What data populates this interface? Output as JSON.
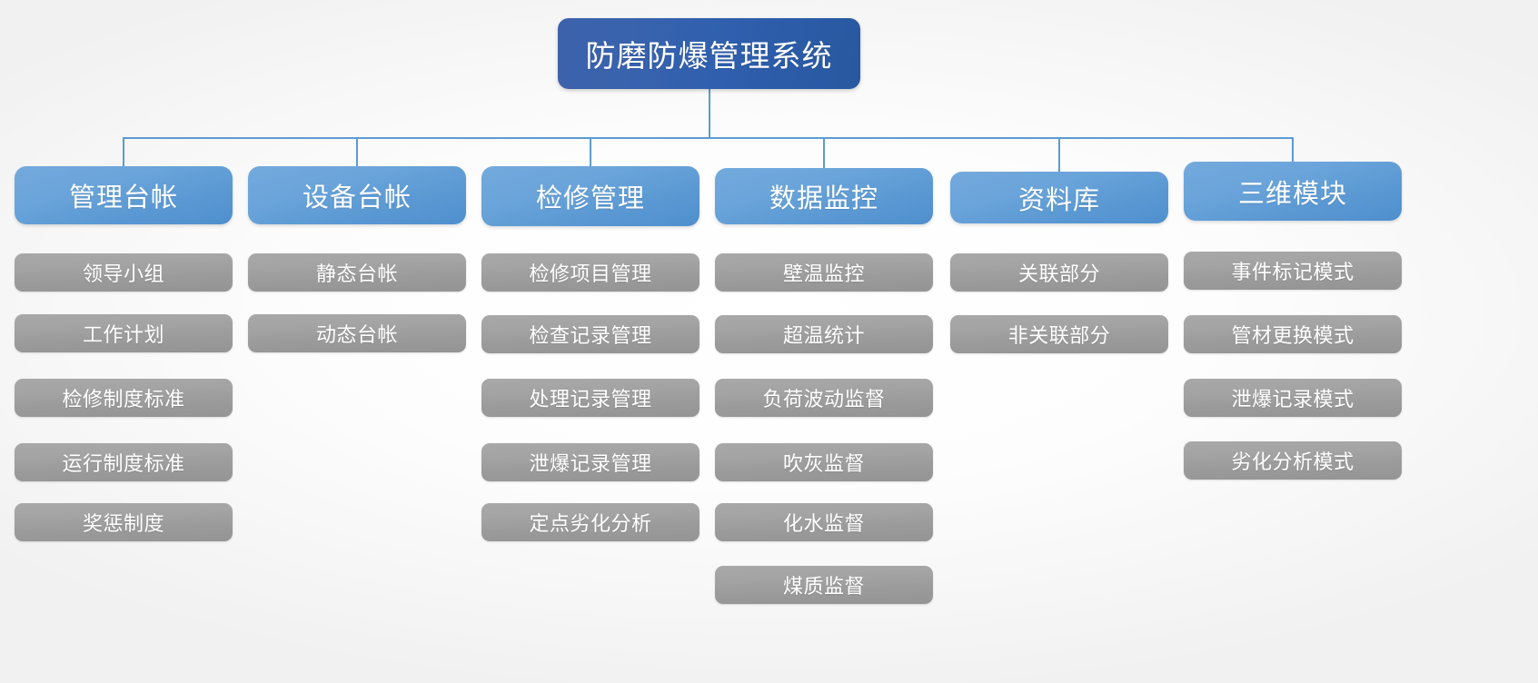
{
  "diagram": {
    "type": "organization-hierarchy-tree",
    "root": {
      "label": "防磨防爆管理系统",
      "color": "#2f5fae"
    },
    "connector_color": "#5b9bd5",
    "level2_color": "#5b9bd5",
    "leaf_color": "#9b9b9b",
    "columns": [
      {
        "label": "管理台帐",
        "children": [
          "领导小组",
          "工作计划",
          "检修制度标准",
          "运行制度标准",
          "奖惩制度"
        ]
      },
      {
        "label": "设备台帐",
        "children": [
          "静态台帐",
          "动态台帐"
        ]
      },
      {
        "label": "检修管理",
        "children": [
          "检修项目管理",
          "检查记录管理",
          "处理记录管理",
          "泄爆记录管理",
          "定点劣化分析"
        ]
      },
      {
        "label": "数据监控",
        "children": [
          "壁温监控",
          "超温统计",
          "负荷波动监督",
          "吹灰监督",
          "化水监督",
          "煤质监督"
        ]
      },
      {
        "label": "资料库",
        "children": [
          "关联部分",
          "非关联部分"
        ]
      },
      {
        "label": "三维模块",
        "children": [
          "事件标记模式",
          "管材更换模式",
          "泄爆记录模式",
          "劣化分析模式"
        ]
      }
    ]
  }
}
